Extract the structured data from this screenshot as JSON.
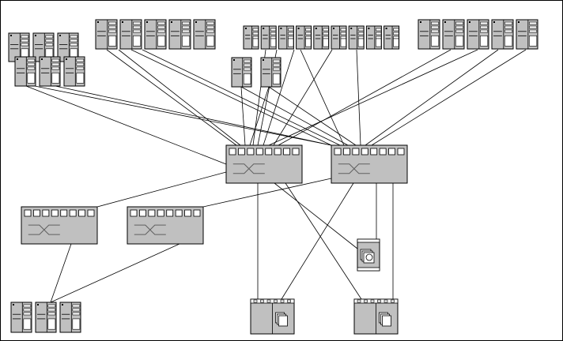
{
  "diagram": {
    "kind": "network-topology",
    "colors": {
      "background": "#ffffff",
      "device_fill": "#c0c0c0",
      "line": "#000000",
      "switch_glyph": "#606060"
    },
    "server_groups": [
      {
        "name": "server-group-left-top",
        "icon": "tower-server",
        "count": 3
      },
      {
        "name": "server-group-left-bottom",
        "icon": "tower-server",
        "count": 3
      },
      {
        "name": "server-group-top-left",
        "icon": "tower-server",
        "count": 5
      },
      {
        "name": "server-group-top-center",
        "icon": "tower-server",
        "count": 9
      },
      {
        "name": "server-group-top-right",
        "icon": "tower-server",
        "count": 5
      },
      {
        "name": "server-pair-center",
        "icon": "tower-server",
        "count": 2
      },
      {
        "name": "server-group-bottom-left",
        "icon": "tower-server",
        "count": 3
      }
    ],
    "switches": [
      {
        "name": "core-switch-1",
        "icon": "switch",
        "ports": 8
      },
      {
        "name": "core-switch-2",
        "icon": "switch",
        "ports": 8
      },
      {
        "name": "edge-switch-1",
        "icon": "switch",
        "ports": 8
      },
      {
        "name": "edge-switch-2",
        "icon": "switch",
        "ports": 8
      }
    ],
    "storage": [
      {
        "name": "storage-device-small",
        "icon": "disk-storage"
      },
      {
        "name": "storage-array-1",
        "icon": "disk-array"
      },
      {
        "name": "storage-array-2",
        "icon": "disk-array"
      }
    ],
    "connections": [
      [
        "server-group-left-bottom",
        "core-switch-1"
      ],
      [
        "server-group-left-bottom",
        "core-switch-2"
      ],
      [
        "server-group-top-left",
        "core-switch-1"
      ],
      [
        "server-group-top-left",
        "core-switch-2"
      ],
      [
        "server-group-top-center",
        "core-switch-1"
      ],
      [
        "server-group-top-center",
        "core-switch-2"
      ],
      [
        "server-group-top-right",
        "core-switch-1"
      ],
      [
        "server-group-top-right",
        "core-switch-2"
      ],
      [
        "server-pair-center",
        "core-switch-1"
      ],
      [
        "server-pair-center",
        "core-switch-2"
      ],
      [
        "core-switch-1",
        "edge-switch-1"
      ],
      [
        "core-switch-2",
        "edge-switch-2"
      ],
      [
        "core-switch-1",
        "storage-device-small"
      ],
      [
        "core-switch-2",
        "storage-device-small"
      ],
      [
        "core-switch-1",
        "storage-array-1"
      ],
      [
        "core-switch-2",
        "storage-array-1"
      ],
      [
        "core-switch-1",
        "storage-array-2"
      ],
      [
        "core-switch-2",
        "storage-array-2"
      ],
      [
        "edge-switch-1",
        "server-group-bottom-left"
      ],
      [
        "edge-switch-2",
        "server-group-bottom-left"
      ]
    ]
  }
}
